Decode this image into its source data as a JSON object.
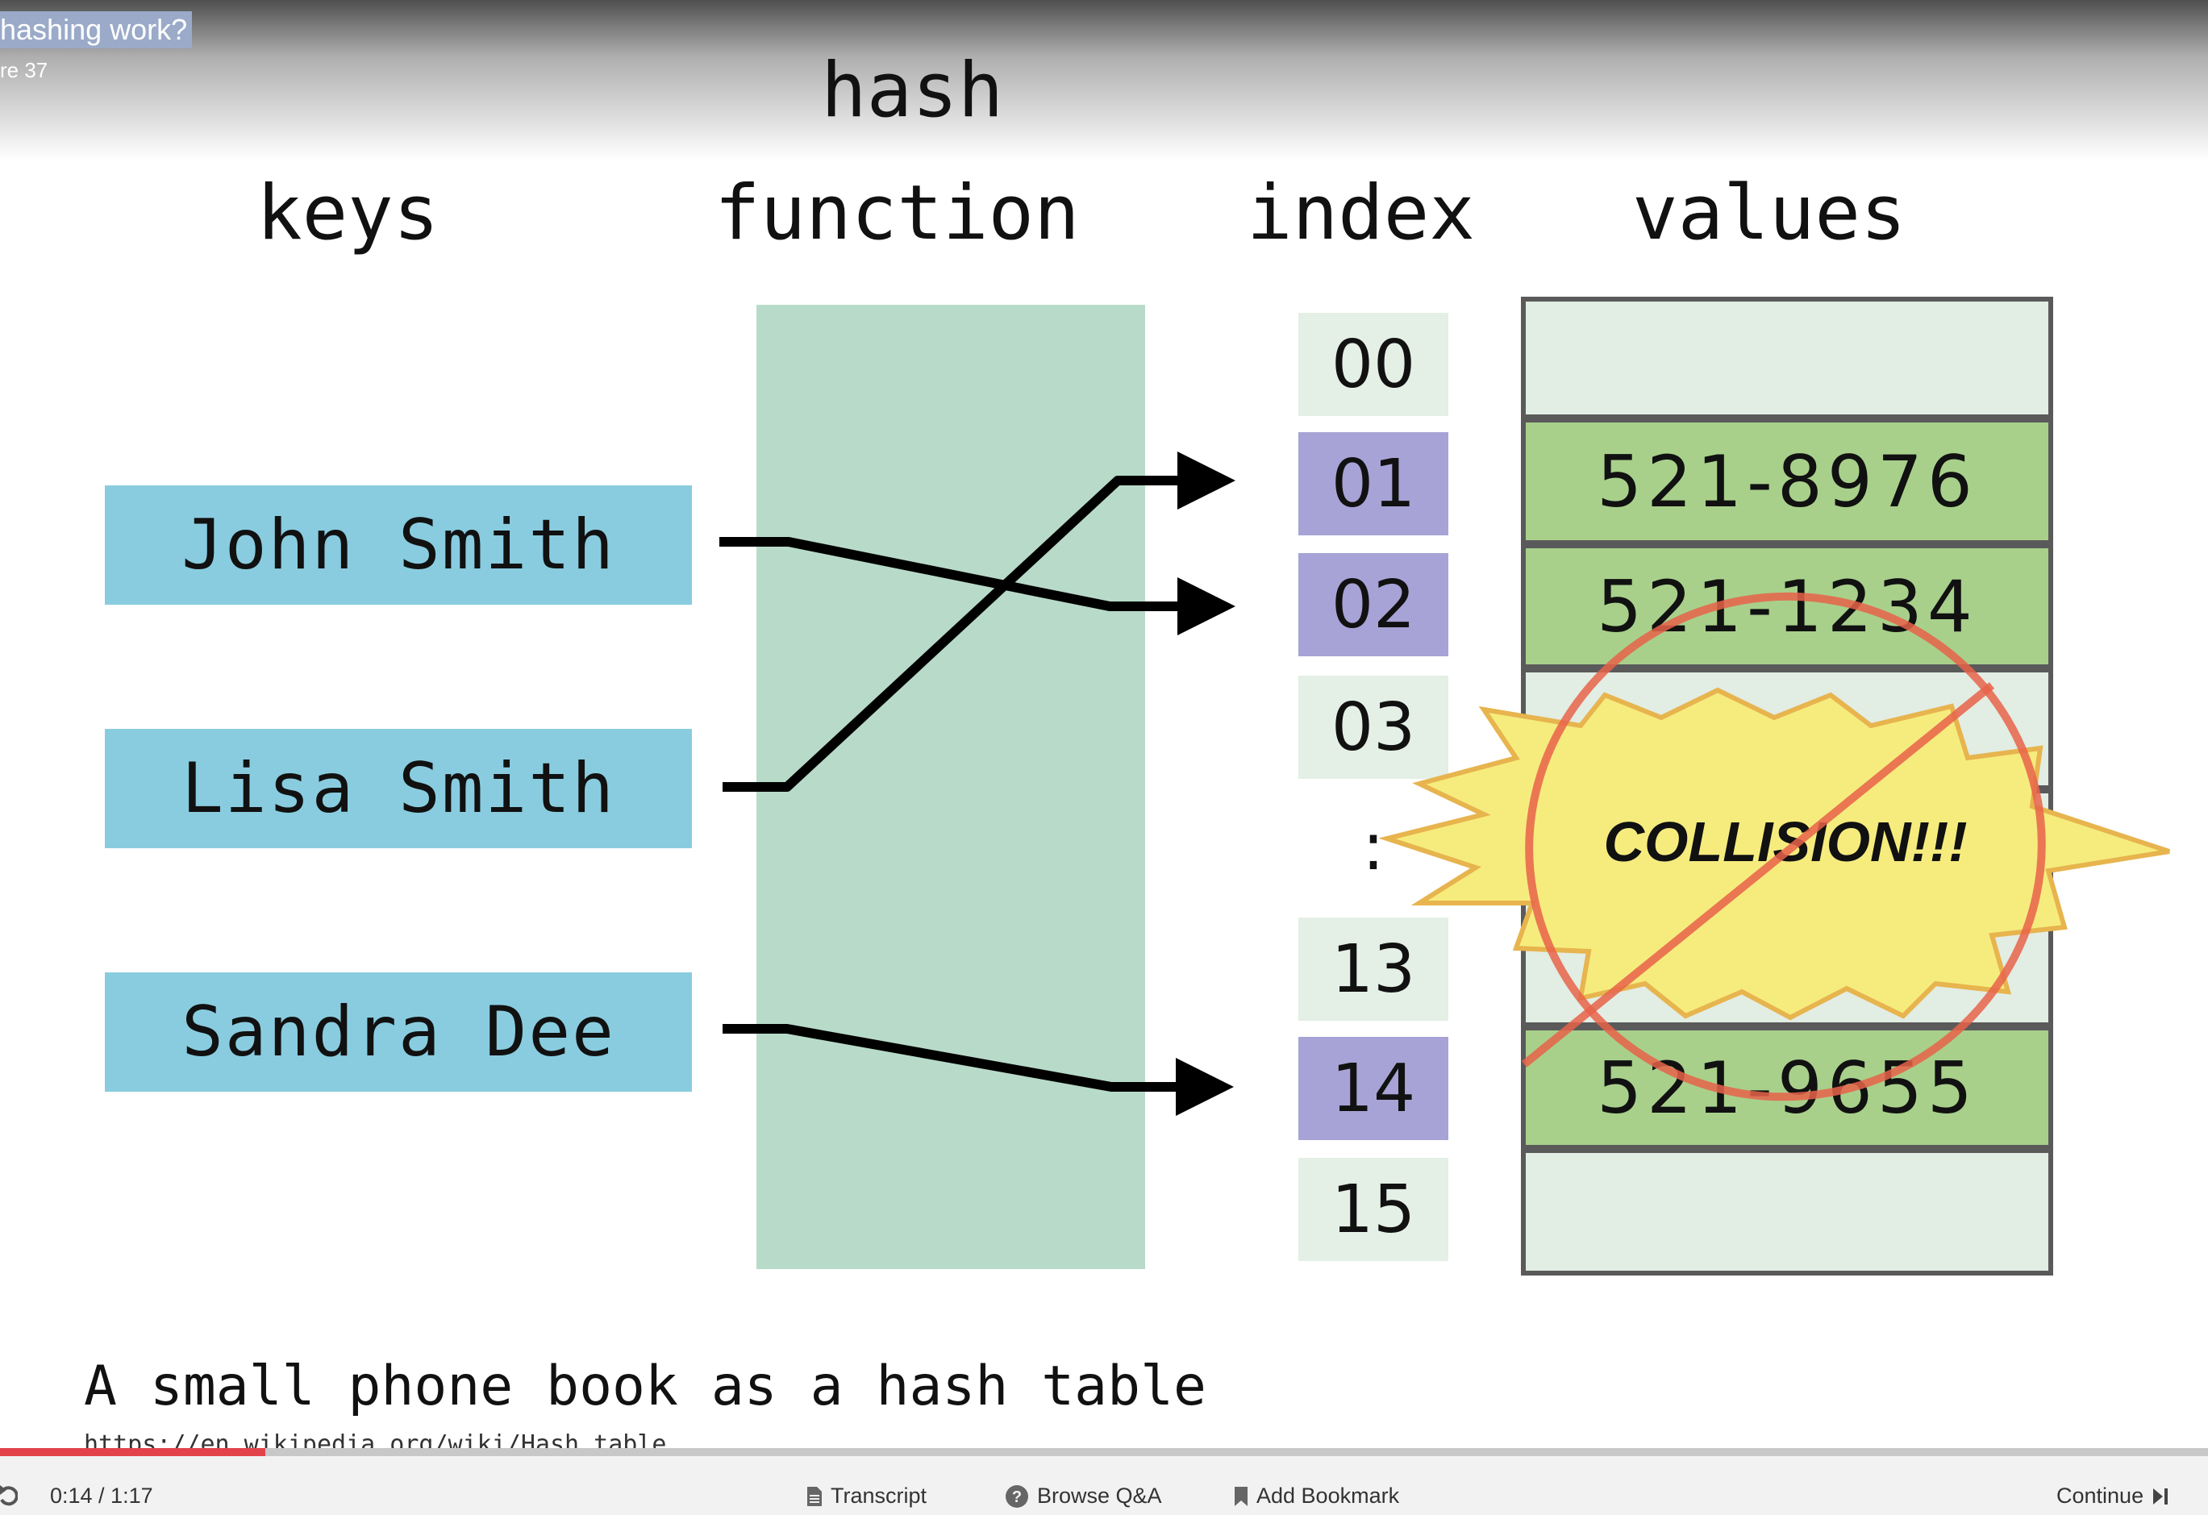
{
  "player": {
    "lesson_title": "hashing work?",
    "lecture_label": "re 37",
    "time": "0:14 / 1:17",
    "progress_fraction": 0.12,
    "progress_color": "#e2434b",
    "transcript_label": "Transcript",
    "browse_qa_label": "Browse Q&A",
    "add_bookmark_label": "Add Bookmark",
    "continue_label": "Continue",
    "icons": [
      "replay-icon",
      "document-icon",
      "question-icon",
      "bookmark-icon",
      "skip-next-icon"
    ]
  },
  "slide": {
    "headers": {
      "keys": "keys",
      "hash_line1": "hash",
      "hash_line2": "function",
      "index": "index",
      "values": "values"
    },
    "keys": [
      "John Smith",
      "Lisa Smith",
      "Sandra Dee"
    ],
    "index": [
      "00",
      "01",
      "02",
      "03",
      ":",
      "13",
      "14",
      "15"
    ],
    "values": [
      "",
      "521-8976",
      "521-1234",
      "",
      "",
      "521-9655",
      ""
    ],
    "collision_label": "COLLISION!!!",
    "caption": "A small phone book as a hash table",
    "source": "https://en.wikipedia.org/wiki/Hash_table",
    "colors": {
      "key_box": "#89ccdf",
      "function_box": "#b8dbc9",
      "index_highlight": "#a7a3d6",
      "index_plain": "#e4efe5",
      "value_filled": "#a8d08b",
      "value_empty": "#e2ede3",
      "collision_burst": "#f6ec7e",
      "collision_mark": "#e8634a"
    }
  }
}
